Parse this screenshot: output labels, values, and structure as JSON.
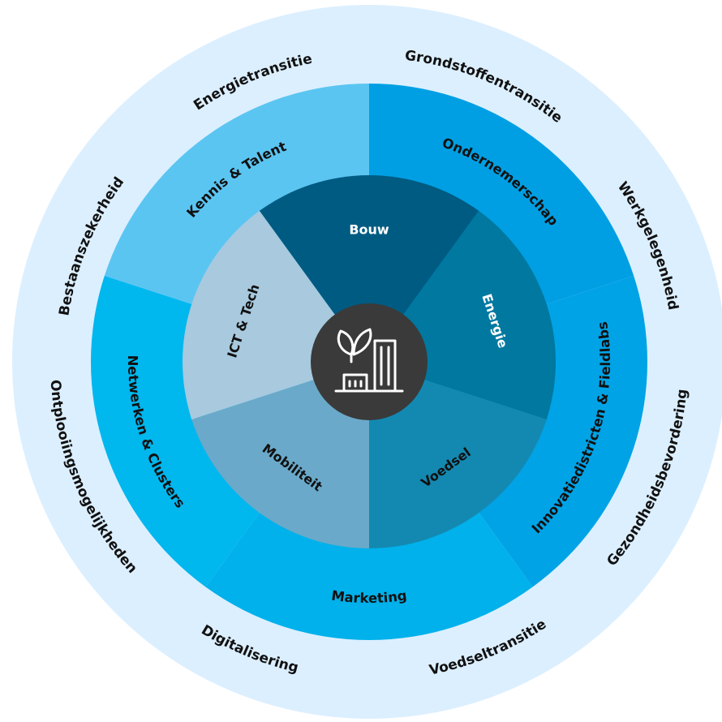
{
  "colors": {
    "outer_ring": "#dcefff",
    "background": "#ffffff",
    "center_circle": "#3a3a3a",
    "center_icon": "#ffffff"
  },
  "outer_ring": {
    "labels": [
      "Energietransitie",
      "Grondstoffentransitie",
      "Werkgelegenheid",
      "Gezondheidsbevordering",
      "Voedseltransitie",
      "Digitalisering",
      "Ontplooiingsmogelijkheden",
      "Bestaanszekerheid"
    ]
  },
  "middle_ring": {
    "segments": [
      {
        "label": "Kennis & Talent",
        "color": "#5bc5f2"
      },
      {
        "label": "Ondernemerschap",
        "color": "#009fe3"
      },
      {
        "label": "Innovatiedistricten & Fieldlabs",
        "color": "#00a3e6"
      },
      {
        "label": "Marketing",
        "color": "#00b1eb"
      },
      {
        "label": "Netwerken & Clusters",
        "color": "#00b7ee"
      }
    ]
  },
  "inner_ring": {
    "segments": [
      {
        "label": "Bouw",
        "color": "#005b82"
      },
      {
        "label": "Energie",
        "color": "#0078a0"
      },
      {
        "label": "Voedsel",
        "color": "#1389b1"
      },
      {
        "label": "Mobiliteit",
        "color": "#6aa9c9"
      },
      {
        "label": "ICT & Tech",
        "color": "#a8c9de"
      }
    ]
  },
  "center": {
    "icon": "leaf-building-icon"
  }
}
